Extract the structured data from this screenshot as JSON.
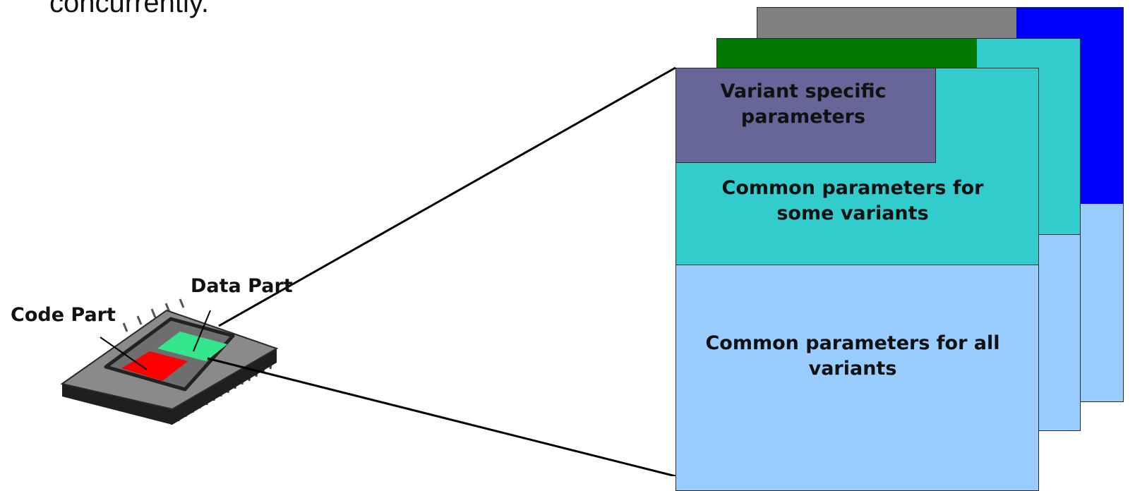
{
  "heading": {
    "text": "concurrently."
  },
  "chip": {
    "code_part_label": "Code Part",
    "data_part_label": "Data Part"
  },
  "layers": {
    "front": {
      "variant_specific": "Variant specific parameters",
      "common_some": "Common parameters for some variants",
      "common_all": "Common parameters for all variants"
    }
  },
  "colors": {
    "variant_specific": "#666699",
    "common_some": "#33CCCC",
    "common_all": "#99CCFF",
    "back_gray": "#808080",
    "back_blue": "#0000FF",
    "back_green": "#007A00",
    "chip_code": "#FF0000",
    "chip_data": "#33E68C"
  }
}
